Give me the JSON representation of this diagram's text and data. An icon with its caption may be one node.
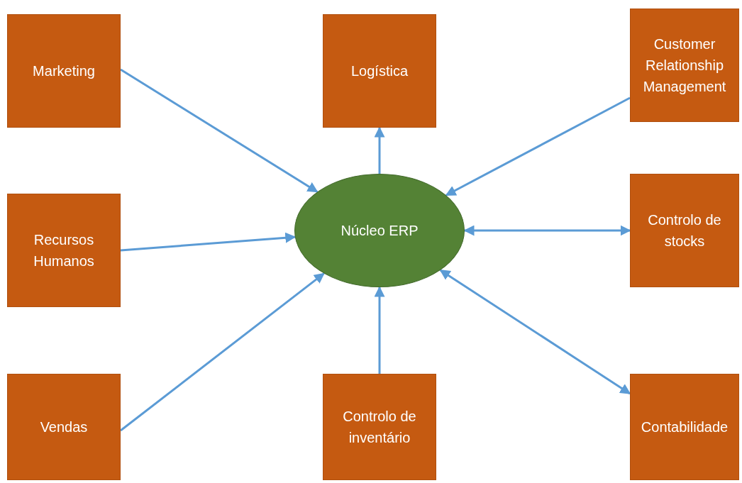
{
  "diagram": {
    "nodes": [
      {
        "text": [
          "Marketing"
        ]
      },
      {
        "text": [
          "Logística"
        ]
      },
      {
        "text": [
          "Customer Relationship Management"
        ]
      },
      {
        "text": [
          "Recursos Humanos"
        ]
      },
      {
        "text": [
          "Núcleo ERP"
        ]
      },
      {
        "text": [
          "Controlo de stocks"
        ]
      },
      {
        "text": [
          "Vendas"
        ]
      },
      {
        "text": [
          "Controlo de inventário"
        ]
      },
      {
        "text": [
          "Contabilidade"
        ]
      }
    ],
    "edges": [
      {
        "from": 0,
        "to": 4,
        "arrow": "to"
      },
      {
        "from": 4,
        "to": 1,
        "arrow": "to"
      },
      {
        "from": 2,
        "to": 4,
        "arrow": "to"
      },
      {
        "from": 3,
        "to": 4,
        "arrow": "to"
      },
      {
        "from": 4,
        "to": 5,
        "arrow": "both"
      },
      {
        "from": 6,
        "to": 4,
        "arrow": "to"
      },
      {
        "from": 7,
        "to": 4,
        "arrow": "to"
      },
      {
        "from": 4,
        "to": 8,
        "arrow": "both"
      }
    ]
  }
}
